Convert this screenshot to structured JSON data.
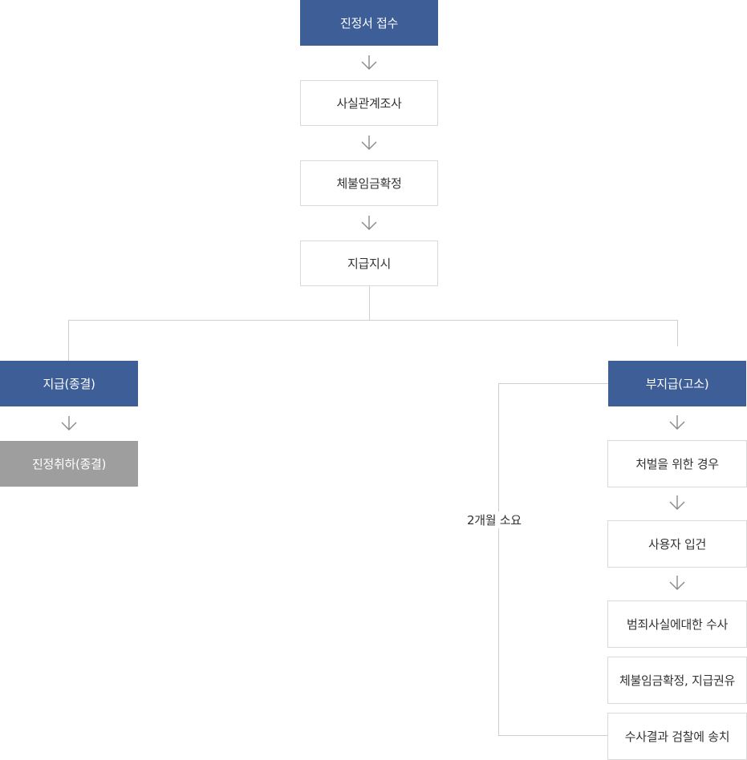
{
  "main_flow": {
    "receipt": "진정서 접수",
    "fact_check": "사실관계조사",
    "wage_confirm": "체불임금확정",
    "pay_order": "지급지시"
  },
  "left_branch": {
    "paid": "지급(종결)",
    "withdrawn": "진정취하(종결)"
  },
  "right_branch": {
    "unpaid": "부지급(고소)",
    "punishment": "처벌을 위한 경우",
    "employer_booking": "사용자 입건",
    "investigation": "범죄사실에대한 수사",
    "wage_payment_advice": "체불임금확정, 지급권유",
    "referral": "수사결과 검찰에 송치"
  },
  "duration_label": "2개월 소요",
  "colors": {
    "primary": "#3d5e97",
    "muted": "#9e9e9e",
    "border": "#d9d9d9",
    "connector": "#cfcfcf",
    "arrow": "#8a8a8a"
  },
  "icons": {
    "arrow": "arrow-down-icon"
  }
}
